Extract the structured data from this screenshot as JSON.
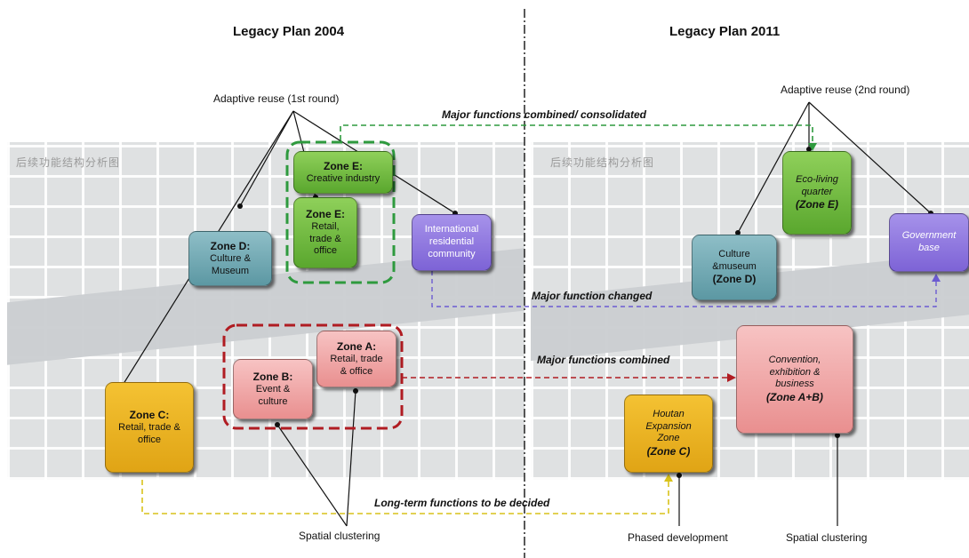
{
  "titles": {
    "left": "Legacy Plan 2004",
    "right": "Legacy Plan 2011"
  },
  "map_captions": {
    "left": "后续功能结构分析图",
    "right": "后续功能结构分析图"
  },
  "labels": {
    "adaptive_reuse_1": "Adaptive reuse (1st round)",
    "adaptive_reuse_2": "Adaptive reuse (2nd round)",
    "spatial_clustering_left": "Spatial clustering",
    "spatial_clustering_right": "Spatial clustering",
    "phased_development": "Phased development"
  },
  "connector_labels": {
    "consolidated": "Major functions  combined/ consolidated",
    "changed": "Major function changed",
    "combined": "Major functions  combined",
    "long_term": "Long-term functions  to be decided"
  },
  "zones_2004": {
    "zone_e_creative": {
      "title": "Zone E:",
      "line1": "Creative industry"
    },
    "zone_e_retail": {
      "title": "Zone E:",
      "line1": "Retail,",
      "line2": "trade &",
      "line3": "office"
    },
    "zone_d": {
      "title": "Zone D:",
      "line1": "Culture &",
      "line2": "Museum"
    },
    "intl_residential": {
      "line1": "International",
      "line2": "residential",
      "line3": "community"
    },
    "zone_a": {
      "title": "Zone A:",
      "line1": "Retail, trade",
      "line2": "& office"
    },
    "zone_b": {
      "title": "Zone B:",
      "line1": "Event &",
      "line2": "culture"
    },
    "zone_c": {
      "title": "Zone C:",
      "line1": "Retail, trade &",
      "line2": "office"
    }
  },
  "zones_2011": {
    "eco_living": {
      "line1": "Eco-living",
      "line2": "quarter",
      "line3": "(Zone E)"
    },
    "government": {
      "line1": "Government",
      "line2": "base"
    },
    "culture_museum": {
      "line1": "Culture",
      "line2": "&museum",
      "line3": "(Zone D)"
    },
    "convention": {
      "line1": "Convention,",
      "line2": "exhibition &",
      "line3": "business",
      "line4": "(Zone A+B)"
    },
    "houtan": {
      "line1": "Houtan",
      "line2": "Expansion",
      "line3": "Zone",
      "line4": "(Zone C)"
    }
  },
  "colors": {
    "green_group": "#2e9a3e",
    "red_group": "#b01c22",
    "purple_dash": "#6b5bd1",
    "red_dash": "#b01c22",
    "yellow_dash": "#d8c21a",
    "green_dash": "#2e9a3e"
  }
}
